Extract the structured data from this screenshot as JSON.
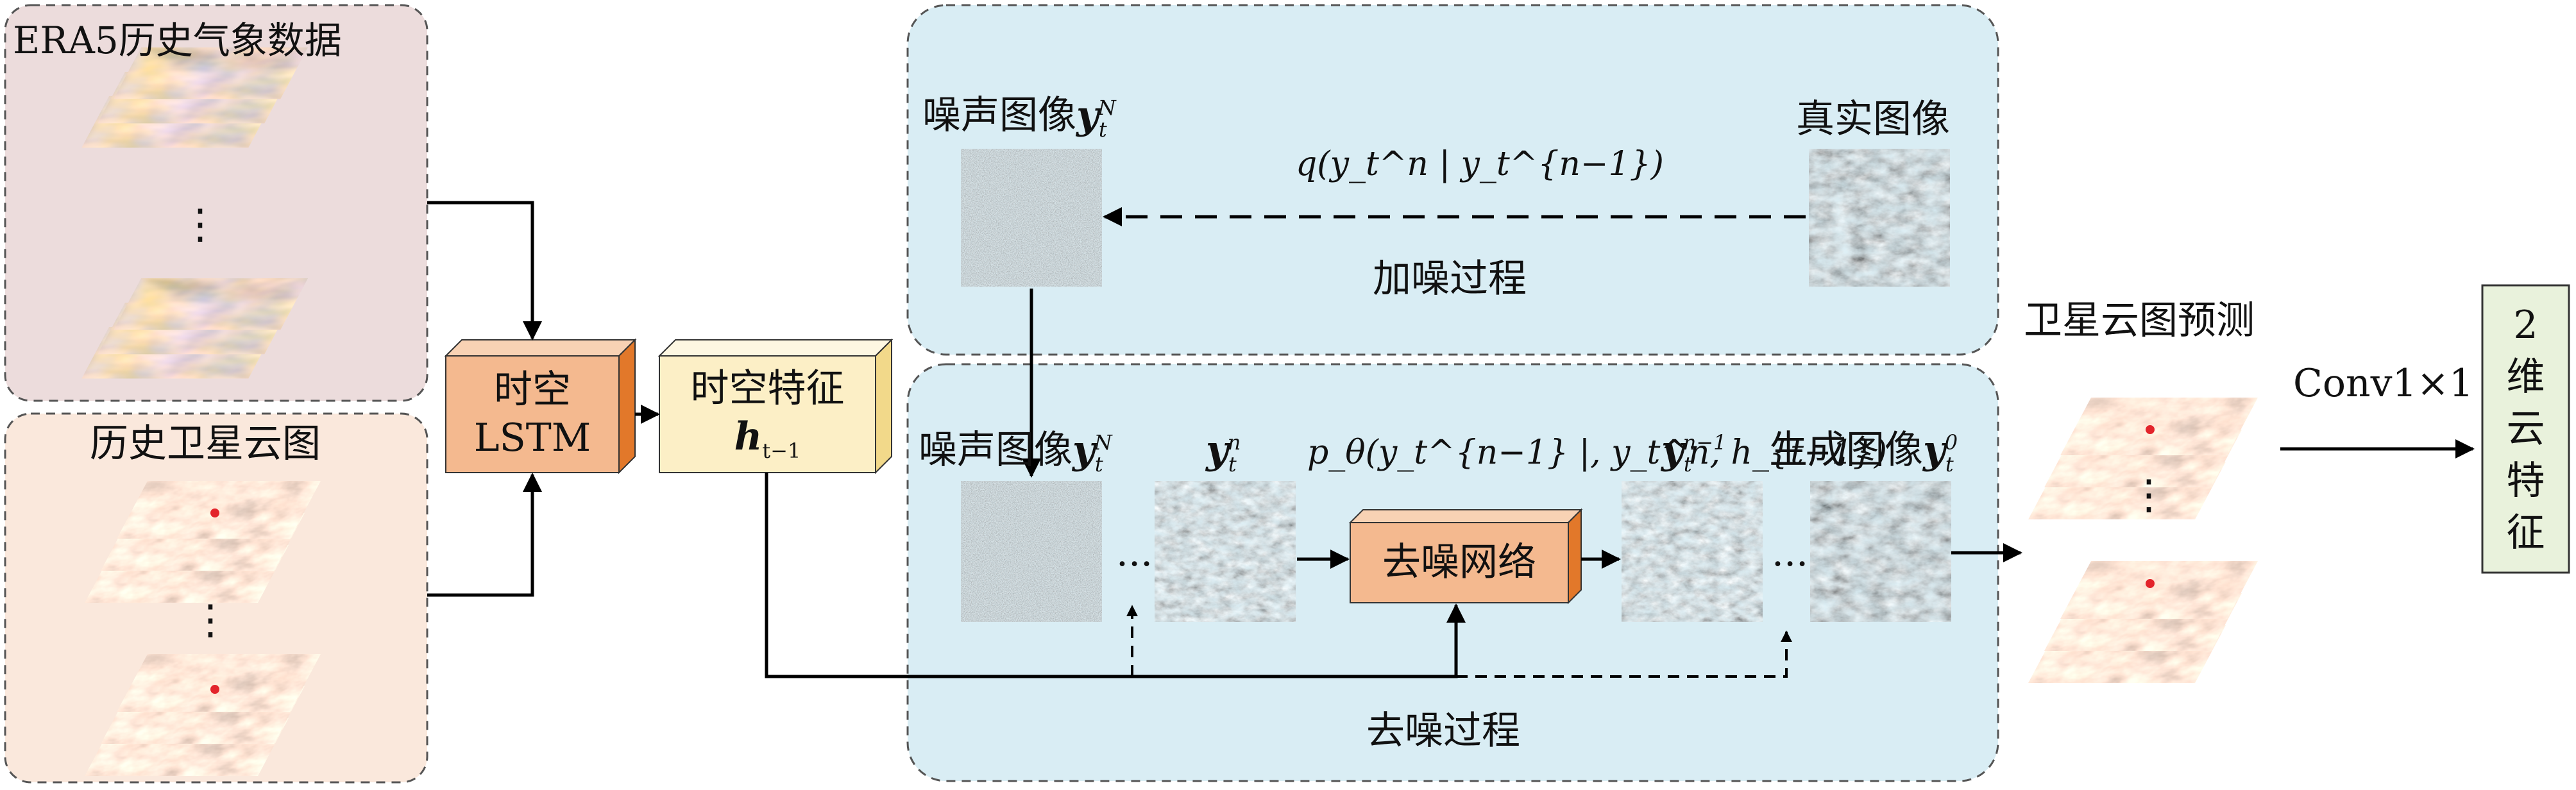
{
  "panels": {
    "era5_title": "ERA5历史气象数据",
    "satellite_history_title": "历史卫星云图",
    "forward_process_label": "加噪过程",
    "reverse_process_label": "去噪过程",
    "prediction_title": "卫星云图预测"
  },
  "blocks": {
    "lstm_line1": "时空",
    "lstm_line2": "LSTM",
    "feature_line1": "时空特征",
    "feature_line2": "h",
    "feature_line2_sub": "t−1",
    "denoise_net": "去噪网络",
    "output_chars": [
      "2",
      "维",
      "云",
      "特",
      "征"
    ]
  },
  "forward": {
    "noise_label": "噪声图像",
    "noise_sym": "y",
    "noise_sub": "t",
    "noise_sup": "N",
    "real_label": "真实图像",
    "q_formula": "q(y_t^n | y_t^{n−1})"
  },
  "reverse": {
    "noise_label": "噪声图像",
    "noise_sym": "y",
    "noise_sub": "t",
    "noise_sup": "N",
    "yn_sym": "y",
    "yn_sub": "t",
    "yn_sup": "n",
    "ynm1_sym": "y",
    "ynm1_sub": "t",
    "ynm1_sup": "n−1",
    "gen_label": "生成图像",
    "gen_sym": "y",
    "gen_sub": "t",
    "gen_sup": "0",
    "p_formula": "p_θ(y_t^{n−1} |, y_t^n, h_{t−1})",
    "ellipsis": "···"
  },
  "conv_label": "Conv1×1",
  "vdots": "⋮",
  "colors": {
    "era5_panel": "#ecdcdc",
    "satellite_panel": "#fae8dc",
    "process_panel": "#d9edf4",
    "lstm_box": "#f4b98f",
    "feature_box": "#fcefc6",
    "output_box": "#e9f2dc"
  }
}
